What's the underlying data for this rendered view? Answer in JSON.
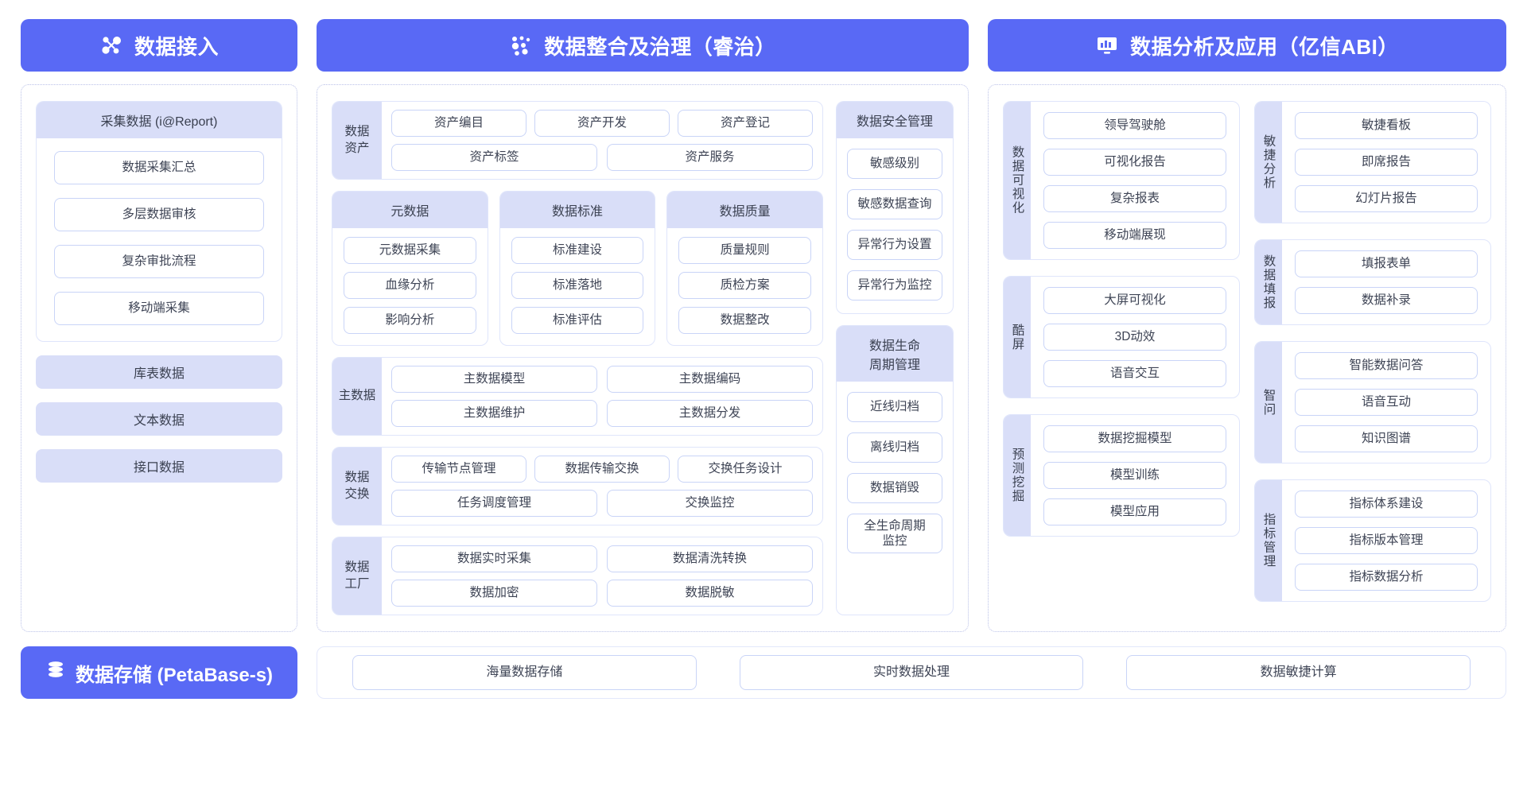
{
  "access": {
    "banner": {
      "title": "数据接入",
      "icon": "network-nodes-icon"
    },
    "collect_card": {
      "title": "采集数据 (i@Report)",
      "items": [
        "数据采集汇总",
        "多层数据审核",
        "复杂审批流程",
        "移动端采集"
      ]
    },
    "bars": [
      "库表数据",
      "文本数据",
      "接口数据"
    ]
  },
  "govern": {
    "banner": {
      "title": "数据整合及治理（睿治）",
      "icon": "data-dots-icon"
    },
    "asset_group": {
      "label": "数据\n资产",
      "row1": [
        "资产编目",
        "资产开发",
        "资产登记"
      ],
      "row2": [
        "资产标签",
        "资产服务"
      ]
    },
    "trio": [
      {
        "title": "元数据",
        "items": [
          "元数据采集",
          "血缘分析",
          "影响分析"
        ]
      },
      {
        "title": "数据标准",
        "items": [
          "标准建设",
          "标准落地",
          "标准评估"
        ]
      },
      {
        "title": "数据质量",
        "items": [
          "质量规则",
          "质检方案",
          "数据整改"
        ]
      }
    ],
    "master_group": {
      "label": "主数据",
      "row1": [
        "主数据模型",
        "主数据编码"
      ],
      "row2": [
        "主数据维护",
        "主数据分发"
      ]
    },
    "exchange_group": {
      "label": "数据\n交换",
      "row1": [
        "传输节点管理",
        "数据传输交换",
        "交换任务设计"
      ],
      "row2": [
        "任务调度管理",
        "交换监控"
      ]
    },
    "factory_group": {
      "label": "数据\n工厂",
      "row1": [
        "数据实时采集",
        "数据清洗转换"
      ],
      "row2": [
        "数据加密",
        "数据脱敏"
      ]
    },
    "security_card": {
      "title": "数据安全管理",
      "items": [
        "敏感级别",
        "敏感数据查询",
        "异常行为设置",
        "异常行为监控"
      ]
    },
    "lifecycle_card": {
      "title": "数据生命\n周期管理",
      "items": [
        "近线归档",
        "离线归档",
        "数据销毁",
        "全生命周期\n监控"
      ]
    }
  },
  "analysis": {
    "banner": {
      "title": "数据分析及应用（亿信ABI）",
      "icon": "monitor-chart-icon"
    },
    "left_groups": [
      {
        "label": "数据可视化",
        "items": [
          "领导驾驶舱",
          "可视化报告",
          "复杂报表",
          "移动端展现"
        ]
      },
      {
        "label": "酷屏",
        "items": [
          "大屏可视化",
          "3D动效",
          "语音交互"
        ]
      },
      {
        "label": "预测挖掘",
        "items": [
          "数据挖掘模型",
          "模型训练",
          "模型应用"
        ]
      }
    ],
    "right_groups": [
      {
        "label": "敏捷分析",
        "items": [
          "敏捷看板",
          "即席报告",
          "幻灯片报告"
        ]
      },
      {
        "label": "数据填报",
        "items": [
          "填报表单",
          "数据补录"
        ]
      },
      {
        "label": "智问",
        "items": [
          "智能数据问答",
          "语音互动",
          "知识图谱"
        ]
      },
      {
        "label": "指标管理",
        "items": [
          "指标体系建设",
          "指标版本管理",
          "指标数据分析"
        ]
      }
    ]
  },
  "storage": {
    "banner": {
      "title": "数据存储 (PetaBase-s)",
      "icon": "database-icon"
    },
    "items": [
      "海量数据存储",
      "实时数据处理",
      "数据敏捷计算"
    ]
  },
  "colors": {
    "brand": "#5969f5",
    "head_fill": "#d9def8",
    "pill_border": "#c9d4f7"
  }
}
